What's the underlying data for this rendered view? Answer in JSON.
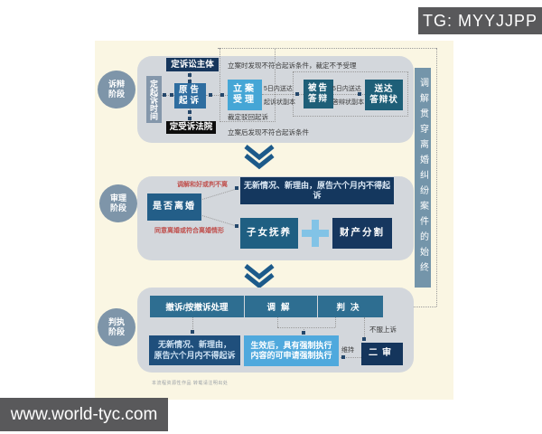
{
  "colors": {
    "page_bg": "#FFFFFF",
    "poster_bg": "#FAF6E3",
    "panel_gray": "#D3D7DC",
    "stage_circle": "#7E95A9",
    "side_bar": "#7495AA",
    "navy_dark": "#16365C",
    "blue_medium": "#2E6DA0",
    "blue_light": "#45A6D6",
    "teal_dark": "#1E5F78",
    "steel_blue": "#2E6E91",
    "bright_blue": "#4FA9DD",
    "red_note": "#C0504D",
    "badge_gray": "#59595B",
    "chevron": "#1C5A8A"
  },
  "badges": {
    "tg": "TG: MYYJJPP",
    "site": "www.world-tyc.com"
  },
  "side_note": "调解贯穿离婚纠纷案件的始终",
  "caption": "本流程资源性作品 转载请注明出处",
  "stage1": {
    "label": {
      "line1": "诉辩",
      "line2": "阶段"
    },
    "time_bar": "定起诉时间",
    "subject": "定诉讼主体",
    "court": "定受诉法院",
    "plaintiff": {
      "line1": "原告",
      "line2": "起诉"
    },
    "filing": {
      "line1": "立案",
      "line2": "受理"
    },
    "defendant": {
      "line1": "被告",
      "line2": "答辩"
    },
    "serve_reply": {
      "line1": "送达",
      "line2": "答辩状"
    },
    "serve1": {
      "line1": "5日内送达",
      "line2": "起诉状副本"
    },
    "serve2": {
      "line1": "5日内送达",
      "line2": "答辩状副本"
    },
    "note_top": "立案时发现不符合起诉条件，裁定不予受理",
    "note_reject": "裁定驳回起诉",
    "note_after": "立案后发现不符合起诉条件"
  },
  "stage2": {
    "label": {
      "line1": "审理",
      "line2": "阶段"
    },
    "divorce": "是否离婚",
    "note_top": "调解和好或判不离",
    "note_bottom": "同意离婚或符合离婚情形",
    "no_new": "无新情况、新理由，原告六个月内不得起诉",
    "custody": "子女抚养",
    "property": "财产分割"
  },
  "stage3": {
    "label": {
      "line1": "判执",
      "line2": "阶段"
    },
    "withdraw": "撤诉/按撤诉处理",
    "mediation": "调解",
    "judgment": "判决",
    "no_new": {
      "line1": "无新情况、新理由，",
      "line2": "原告六个月内不得起诉"
    },
    "enforce": {
      "line1": "生效后，具有强制执行",
      "line2": "内容的可申请强制执行"
    },
    "appeal": "不服上诉",
    "maintain": "维持",
    "second_trial": "二审"
  }
}
